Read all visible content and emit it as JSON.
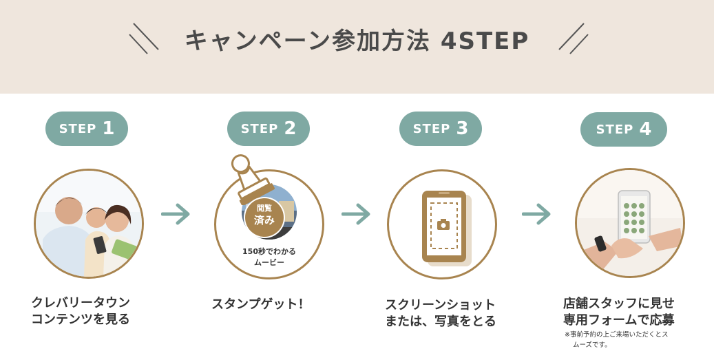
{
  "title": "キャンペーン参加方法 4STEP",
  "steps": [
    {
      "word": "STEP",
      "num": "1",
      "caption": [
        "クレバリータウン",
        "コンテンツを見る"
      ]
    },
    {
      "word": "STEP",
      "num": "2",
      "caption": [
        "スタンプゲット！"
      ],
      "badge": [
        "閲覧",
        "済み"
      ],
      "movie": [
        "150秒でわかる",
        "ムービー"
      ]
    },
    {
      "word": "STEP",
      "num": "3",
      "caption": [
        "スクリーンショット",
        "または、写真をとる"
      ]
    },
    {
      "word": "STEP",
      "num": "4",
      "caption": [
        "店舗スタッフに見せ",
        "専用フォームで応募"
      ],
      "note": [
        "※事前予約の上ご来場いただくとス",
        "ムーズです。"
      ]
    }
  ],
  "colors": {
    "header_bg": "#efe6dd",
    "pill": "#7fa9a3",
    "ring": "#a8844f",
    "arrow": "#7fa9a3"
  }
}
